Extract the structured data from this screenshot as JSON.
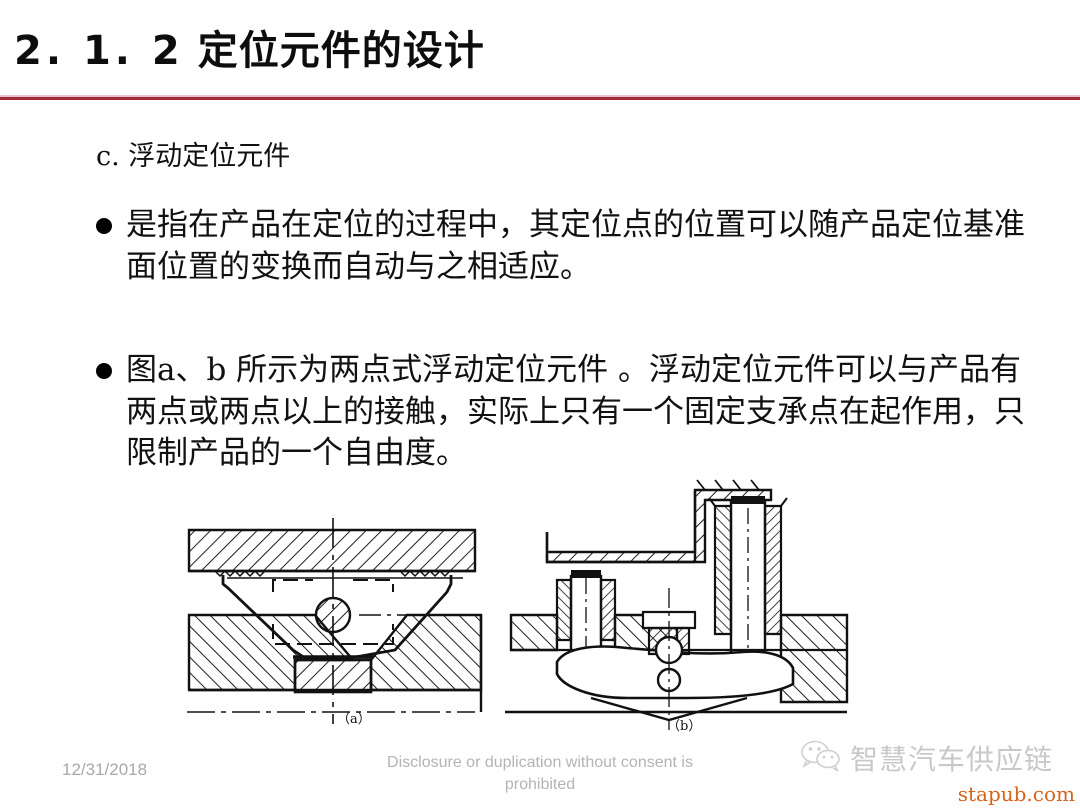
{
  "slide": {
    "title_number": "2. 1. 2",
    "title_text": "定位元件的设计",
    "accent_color": "#a02a3c"
  },
  "content": {
    "subhead": "c. 浮动定位元件",
    "bullets": [
      "是指在产品在定位的过程中，其定位点的位置可以随产品定位基准面位置的变换而自动与之相适应。",
      "图a、b 所示为两点式浮动定位元件 。浮动定位元件可以与产品有两点或两点以上的接触，实际上只有一个固定支承点在起作用，只限制产品的一个自由度。"
    ]
  },
  "figure": {
    "caption_a": "（a）",
    "caption_b": "（b）"
  },
  "footer": {
    "date": "12/31/2018",
    "notice": "Disclosure or duplication without consent is prohibited"
  },
  "watermark": {
    "brand": "智慧汽车供应链",
    "url": "stapub.com",
    "brand_color": "#c8c8c8",
    "url_color": "#d4651f"
  }
}
